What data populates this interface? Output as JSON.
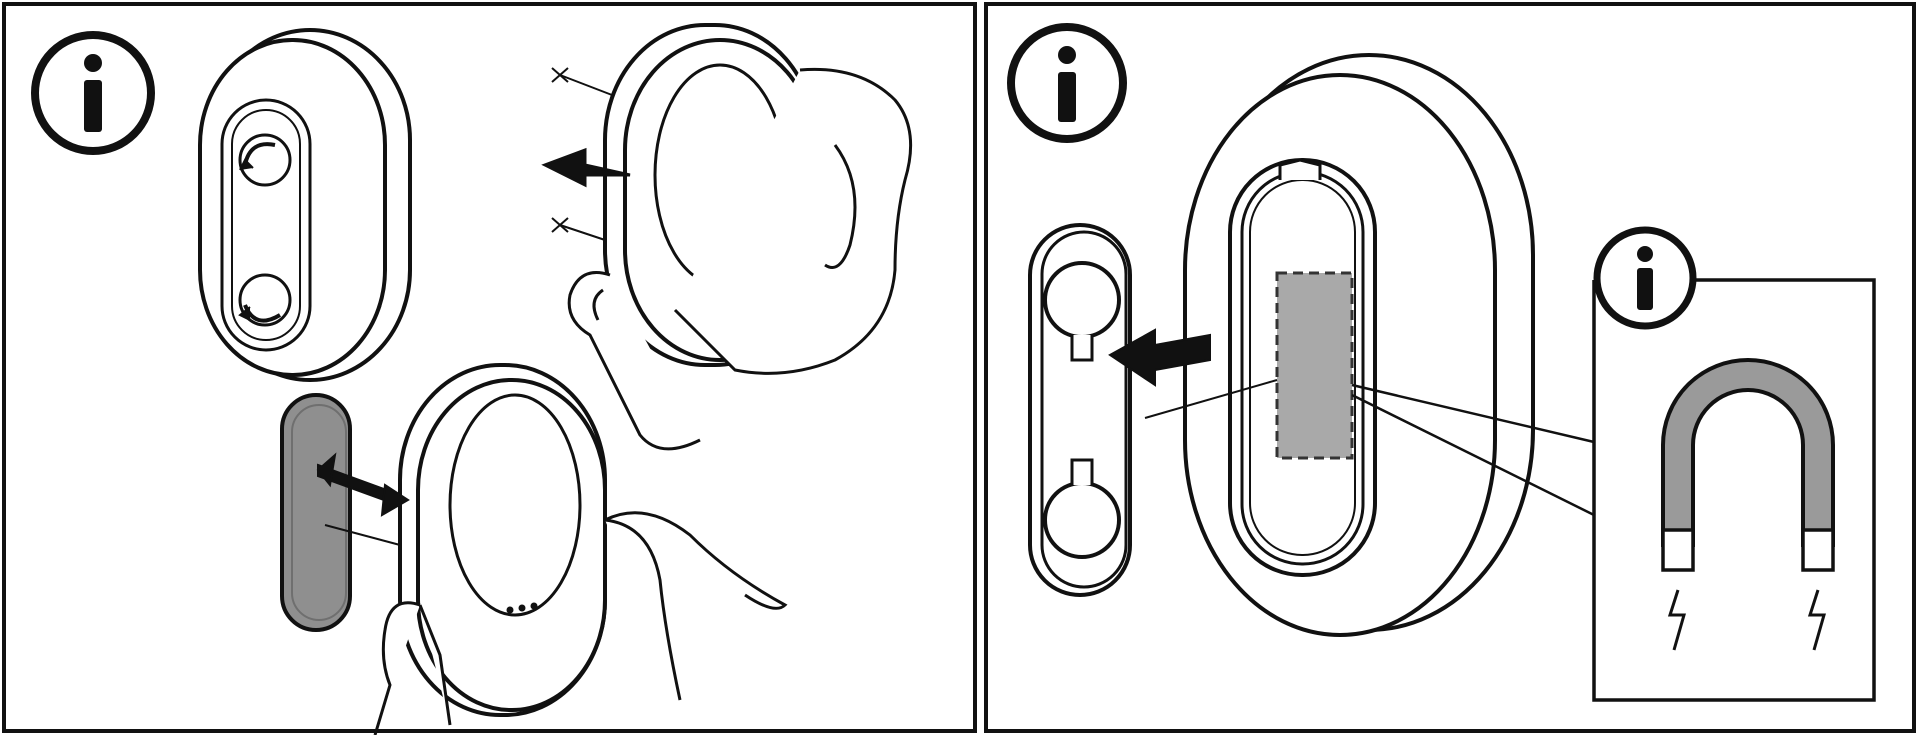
{
  "panels": [
    {
      "id": "left",
      "icons": [
        "info-icon"
      ],
      "elements": [
        "mount-base-with-rotation-arrows",
        "device-slide-off",
        "device-with-magnetic-pad",
        "hand"
      ],
      "colors": {
        "stroke": "#111111",
        "pad": "#8f8f8f",
        "arrow": "#111111"
      }
    },
    {
      "id": "right",
      "icons": [
        "info-icon",
        "magnet-icon"
      ],
      "elements": [
        "keyhole-backplate",
        "device-back-with-magnetic-area",
        "magnet-callout"
      ],
      "colors": {
        "stroke": "#111111",
        "magnet": "#9a9a9a",
        "magnetic-area": "#a9a9a9"
      }
    }
  ]
}
